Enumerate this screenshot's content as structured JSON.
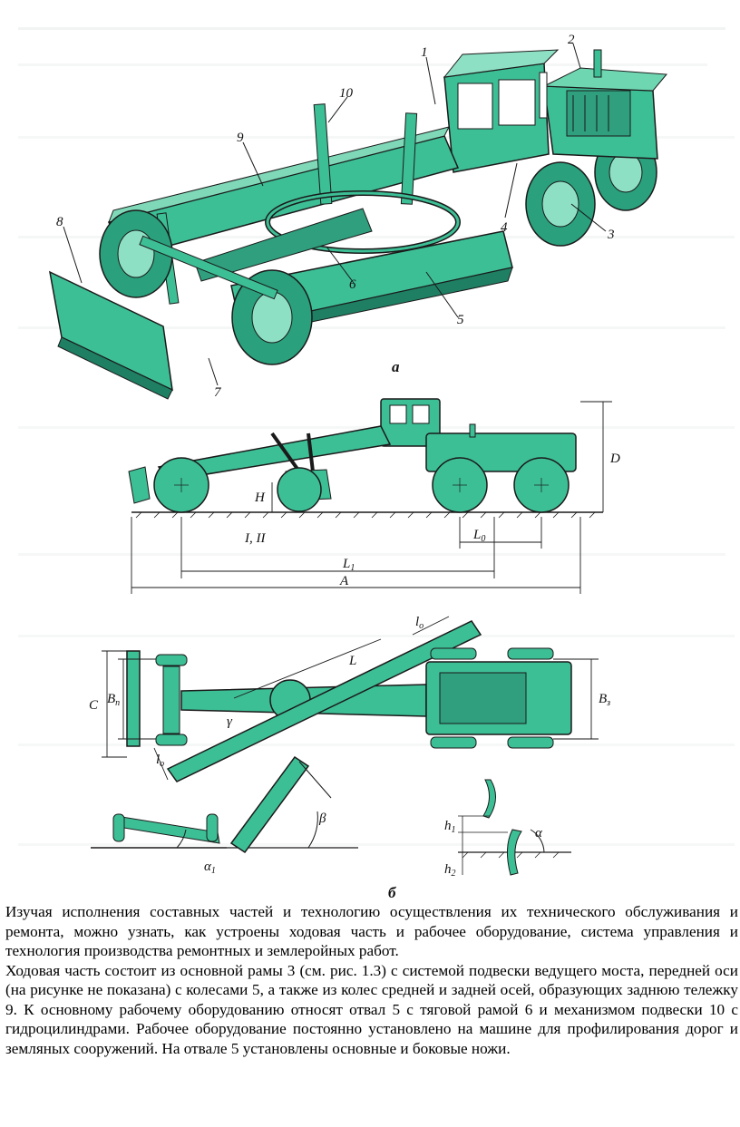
{
  "figure": {
    "labels_a": [
      "1",
      "2",
      "10",
      "9",
      "8",
      "4",
      "3",
      "6",
      "5",
      "7"
    ],
    "subfig_a": "а",
    "subfig_b": "б",
    "dims_side": {
      "D": "D",
      "H": "H",
      "L0": "L",
      "L0_sub": "0",
      "L1": "L",
      "L1_sub": "1",
      "A": "A",
      "axles": "I, II"
    },
    "dims_plan": {
      "C": "C",
      "Bn": "B",
      "Bn_sub": "п",
      "Bz": "B",
      "Bz_sub": "з",
      "L": "L",
      "lo": "l",
      "lo_sub": "о",
      "beta": "β",
      "gamma": "γ",
      "alpha1": "α",
      "alpha1_sub": "1",
      "alpha": "α",
      "h1": "h",
      "h1_sub": "1",
      "h": "h",
      "h_sub": "2"
    },
    "colors": {
      "machine": "#3dbf96",
      "machine_dark": "#1e7f63",
      "tire": "#2aa07c",
      "line": "#1a1a1a"
    }
  },
  "text": {
    "p1": "Изучая исполнения составных частей и технологию осуществления их технического обслуживания и ремонта, можно узнать, как устроены ходовая часть и рабочее оборудование, система управления и технология производства ремонтных и землеройных работ.",
    "p2": "Ходовая часть состоит из основной рамы 3 (см. рис. 1.3) с системой подвески ведущего моста, передней оси (на рисунке не показана) с колесами 5, а также из колес средней и задней осей, образующих заднюю тележку 9. К основному рабочему оборудованию относят отвал 5 с тяговой рамой 6 и механизмом подвески 10 с гидроцилиндрами. Рабочее оборудование постоянно установлено на машине для профилирования дорог и земляных сооружений. На отвале 5 установлены основные и боковые ножи."
  }
}
